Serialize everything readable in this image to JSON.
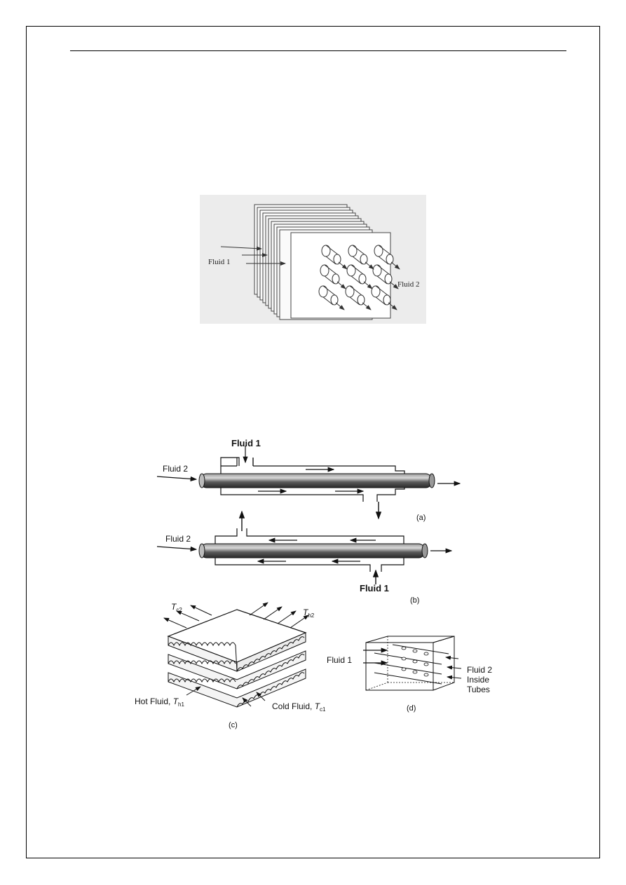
{
  "figure1": {
    "fluid1_label": "Fluid 1",
    "fluid2_label": "Fluid 2"
  },
  "figure2": {
    "a": {
      "fluid1_label": "Fluid 1",
      "fluid2_label": "Fluid 2",
      "caption": "(a)"
    },
    "b": {
      "fluid2_label": "Fluid 2",
      "fluid1_label": "Fluid 1",
      "caption": "(b)"
    },
    "c": {
      "tc2_main": "T",
      "tc2_sub": "c2",
      "th2_main": "T",
      "th2_sub": "h2",
      "hot_label": "Hot Fluid, ",
      "hot_main": "T",
      "hot_sub": "h1",
      "cold_label": "Cold Fluid, ",
      "cold_main": "T",
      "cold_sub": "c1",
      "caption": "(c)"
    },
    "d": {
      "fluid1_label": "Fluid 1",
      "fluid2_line1": "Fluid 2",
      "fluid2_line2": "Inside",
      "fluid2_line3": "Tubes",
      "caption": "(d)"
    }
  }
}
